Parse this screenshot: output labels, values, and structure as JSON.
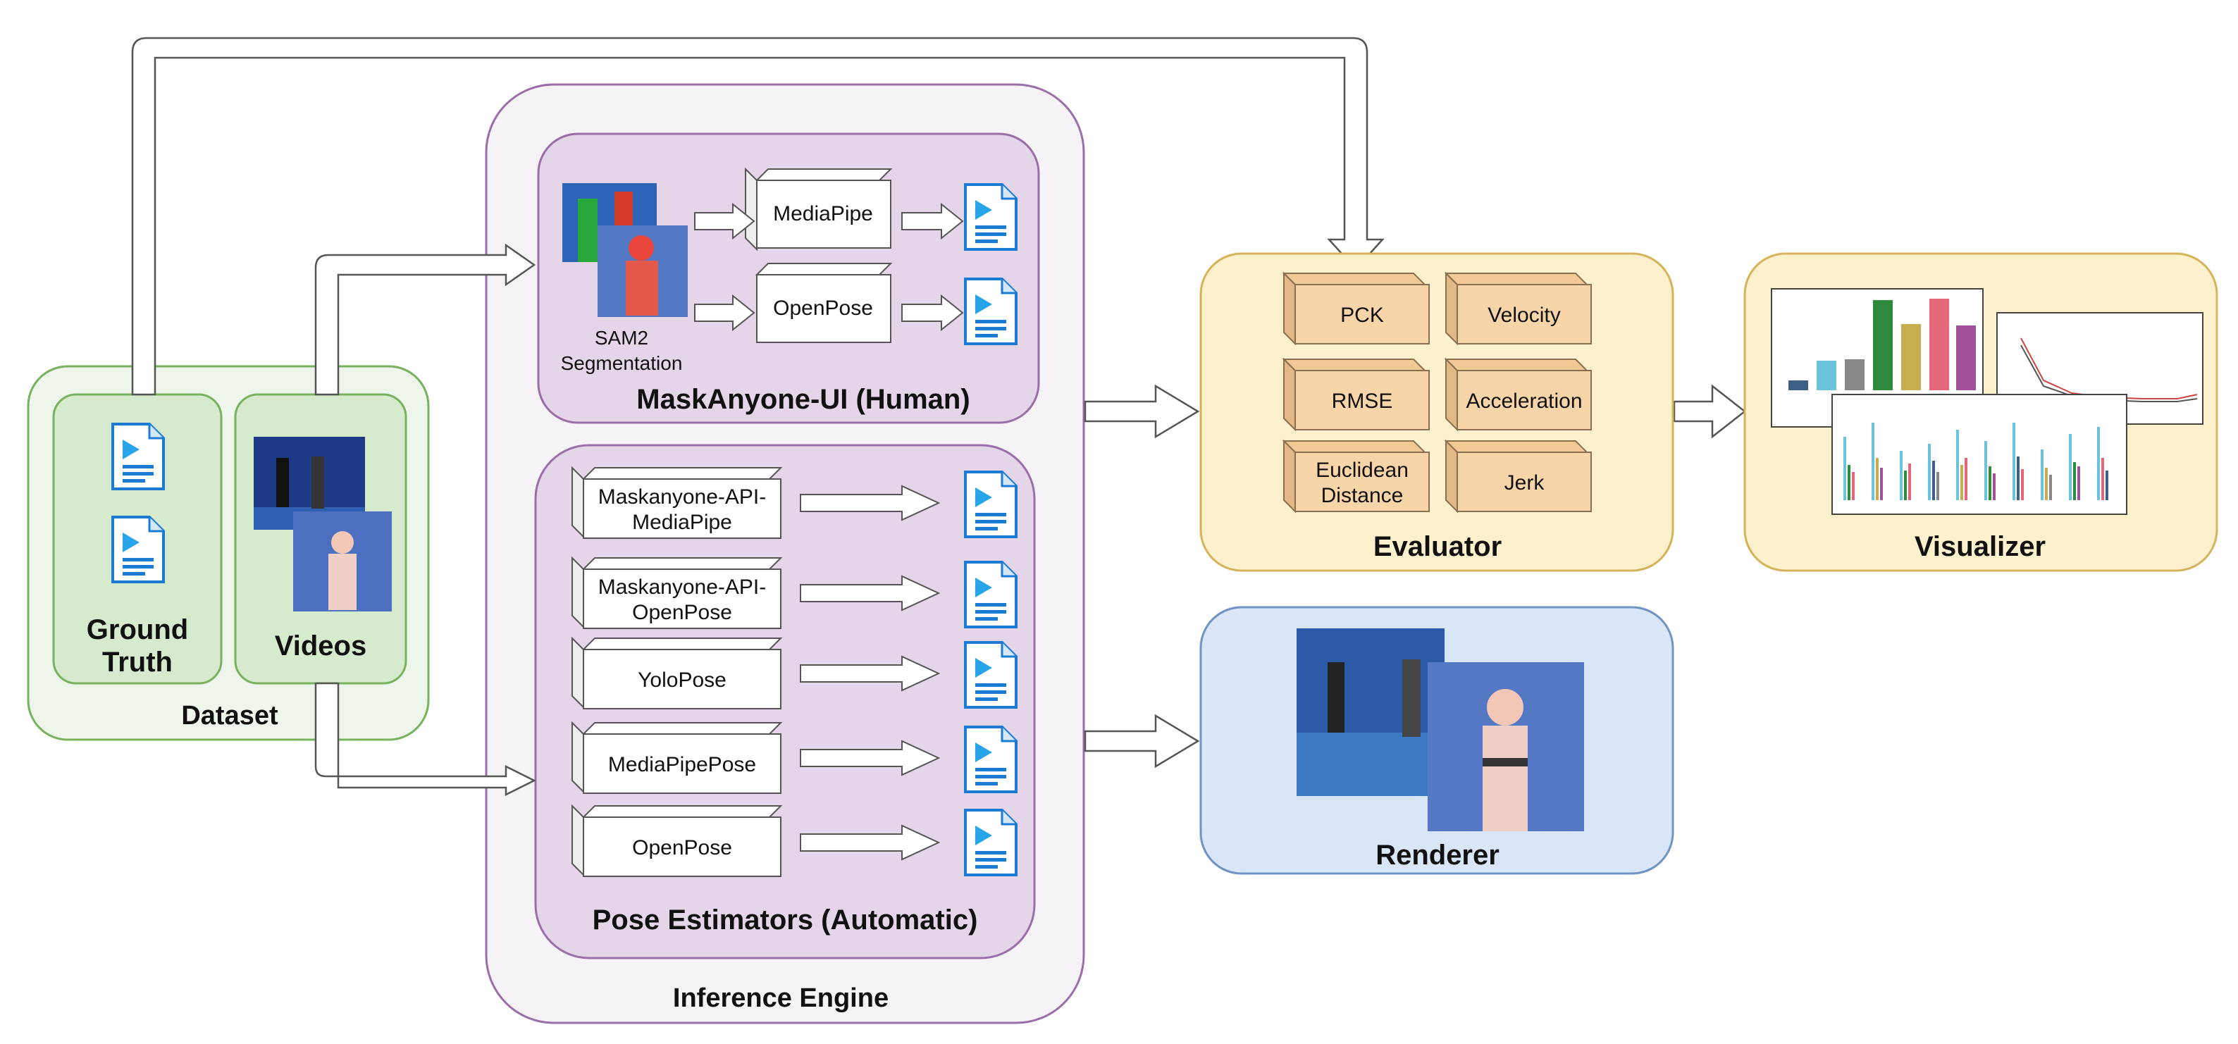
{
  "dataset": {
    "title": "Dataset",
    "ground_truth": {
      "line1": "Ground",
      "line2": "Truth"
    },
    "videos": "Videos"
  },
  "inference_engine": {
    "title": "Inference Engine",
    "maskanyone_ui": {
      "title": "MaskAnyone-UI (Human)",
      "sam2_line1": "SAM2",
      "sam2_line2": "Segmentation",
      "models": [
        "MediaPipe",
        "OpenPose"
      ]
    },
    "pose_estimators": {
      "title": "Pose Estimators (Automatic)",
      "models": [
        {
          "line1": "Maskanyone-API-",
          "line2": "MediaPipe"
        },
        {
          "line1": "Maskanyone-API-",
          "line2": "OpenPose"
        },
        {
          "line1": "YoloPose",
          "line2": ""
        },
        {
          "line1": "MediaPipePose",
          "line2": ""
        },
        {
          "line1": "OpenPose",
          "line2": ""
        }
      ]
    }
  },
  "evaluator": {
    "title": "Evaluator",
    "metrics": [
      {
        "line1": "PCK",
        "line2": ""
      },
      {
        "line1": "Velocity",
        "line2": ""
      },
      {
        "line1": "RMSE",
        "line2": ""
      },
      {
        "line1": "Acceleration",
        "line2": ""
      },
      {
        "line1": "Euclidean",
        "line2": "Distance"
      },
      {
        "line1": "Jerk",
        "line2": ""
      }
    ]
  },
  "visualizer": {
    "title": "Visualizer"
  },
  "renderer": {
    "title": "Renderer"
  },
  "colors": {
    "dataset_fill": "#eef5ea",
    "dataset_inner": "#d6ebce",
    "dataset_stroke": "#79b25f",
    "engine_fill": "#f5f3f6",
    "engine_stroke": "#9a6fa8",
    "engine_inner": "#e4d5e8",
    "evaluator_fill": "#fdf0cd",
    "evaluator_stroke": "#d4b35a",
    "metric_fill": "#f8d5a9",
    "metric_side": "#e4b886",
    "renderer_fill": "#d9e6f7",
    "renderer_stroke": "#6f93c3",
    "doc_icon": "#1b7bd3",
    "doc_play": "#27a5e8"
  }
}
